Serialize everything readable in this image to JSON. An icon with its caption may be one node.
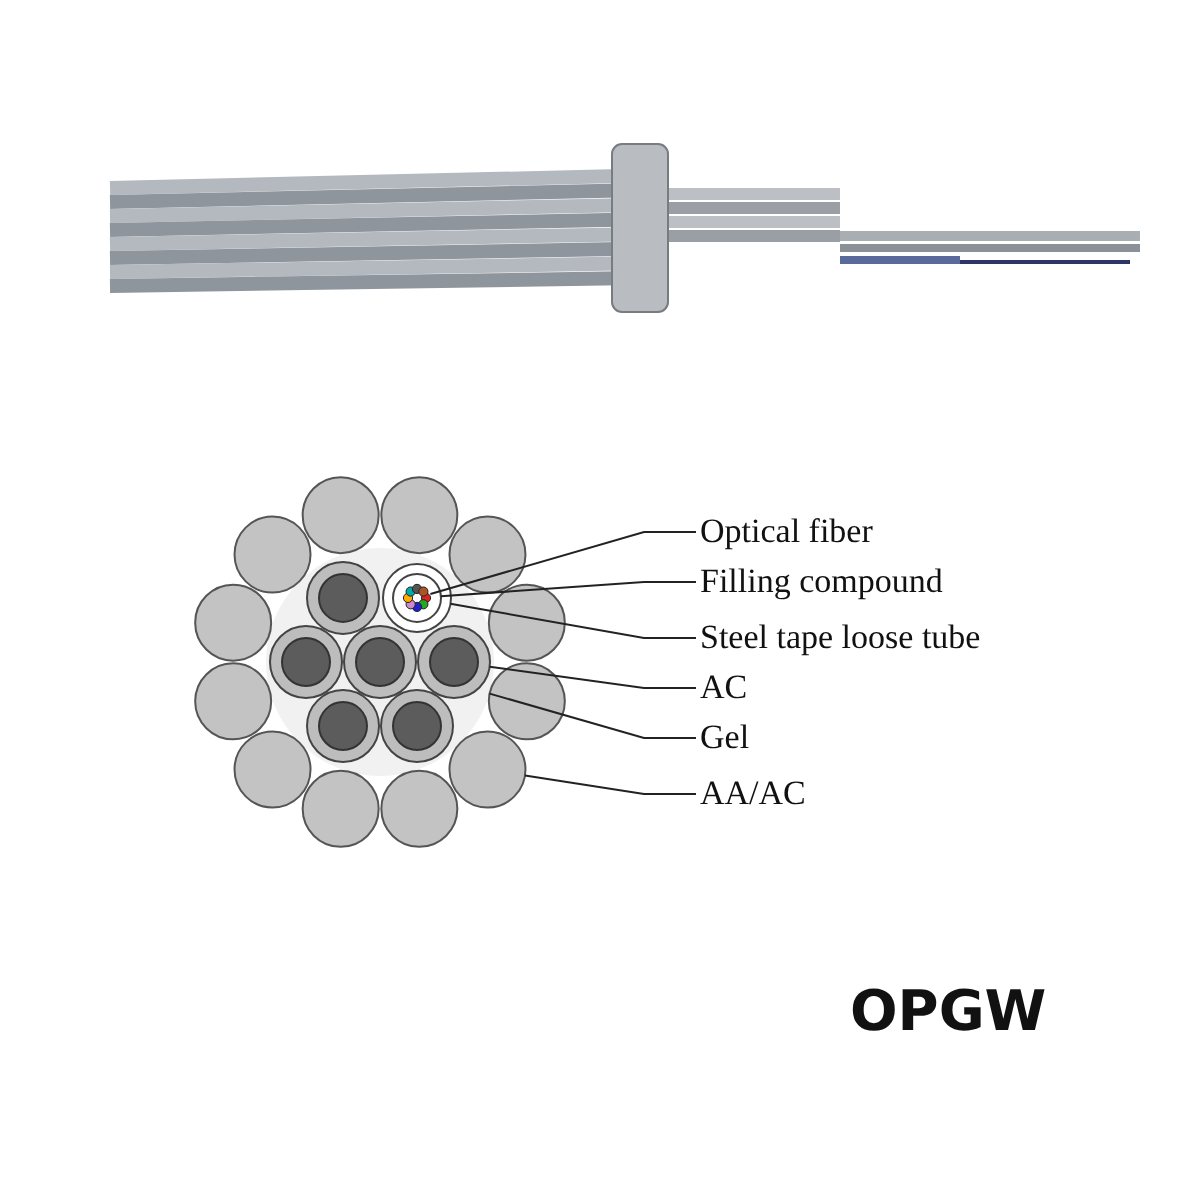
{
  "diagram": {
    "nodes": [
      {
        "text": [
          "Optical fiber"
        ]
      },
      {
        "text": [
          "Filling compound"
        ]
      },
      {
        "text": [
          "Steel tape loose tube"
        ]
      },
      {
        "text": [
          "AC"
        ]
      },
      {
        "text": [
          "Gel"
        ]
      },
      {
        "text": [
          "AA/AC"
        ]
      },
      {
        "text": [],
        "shape": "circle"
      },
      {
        "text": [],
        "shape": "circle",
        "in": 6
      },
      {
        "text": [],
        "shape": "circle",
        "in": 7
      },
      {
        "text": [],
        "shape": "circle",
        "in": 8
      },
      {
        "text": [],
        "shape": "circle",
        "in": 6
      },
      {
        "text": [],
        "shape": "circle",
        "in": 6
      },
      {
        "text": [],
        "shape": "circle",
        "in": 6
      },
      {
        "text": [],
        "shape": "circle",
        "in": 6
      },
      {
        "text": [],
        "shape": "circle",
        "in": 6
      },
      {
        "text": [],
        "shape": "circle",
        "in": 6
      },
      {
        "text": [],
        "shape": "circle"
      },
      {
        "text": [],
        "shape": "circle"
      },
      {
        "text": [],
        "shape": "circle"
      },
      {
        "text": [],
        "shape": "circle"
      },
      {
        "text": [],
        "shape": "circle"
      },
      {
        "text": [],
        "shape": "circle"
      },
      {
        "text": [],
        "shape": "circle"
      },
      {
        "text": [],
        "shape": "circle"
      },
      {
        "text": [],
        "shape": "circle"
      },
      {
        "text": [],
        "shape": "circle"
      },
      {
        "text": [],
        "shape": "circle"
      },
      {
        "text": [],
        "shape": "circle"
      }
    ],
    "edges": [
      {
        "from": 0,
        "to": 9,
        "arrow": "none"
      },
      {
        "from": 1,
        "to": 8,
        "arrow": "none"
      },
      {
        "from": 2,
        "to": 7,
        "arrow": "none"
      },
      {
        "from": 3,
        "to": 12,
        "arrow": "none"
      },
      {
        "from": 4,
        "to": 6,
        "arrow": "none"
      },
      {
        "from": 5,
        "to": 17,
        "arrow": "none"
      }
    ],
    "labels": [
      "OPGW"
    ]
  }
}
